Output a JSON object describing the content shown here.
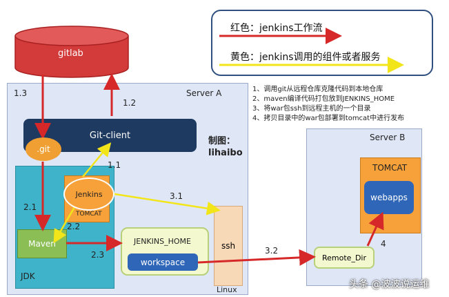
{
  "legend": {
    "red_text": "红色：jenkins工作流",
    "yellow_text": "黄色：jenkins调用的组件或者服务",
    "red_color": "#d62828",
    "yellow_color": "#f2e51a"
  },
  "steps": [
    "1、调用git从远程仓库克隆代码到本地仓库",
    "2、maven编译代码打包放到JENKINS_HOME",
    "3、将war包ssh到远程主机的一个目录",
    "4、拷贝目录中的war包部署到tomcat中进行发布"
  ],
  "mark": {
    "line1": "制图：",
    "line2": "lihaibo"
  },
  "nodes": {
    "gitlab": "gitlab",
    "git_client": "Git-client",
    "dot_git": ".git",
    "jenkins": "Jenkins",
    "tomcat_a": "TOMCAT",
    "maven": "Maven",
    "jdk": "JDK",
    "jenkins_home": "JENKINS_HOME",
    "workspace": "workspace",
    "ssh": "ssh",
    "linux": "Linux",
    "server_a": "Server  A",
    "server_b": "Server  B",
    "tomcat_b": "TOMCAT",
    "webapps": "webapps",
    "remote_dir": "Remote_Dir"
  },
  "edge_labels": {
    "e13": "1.3",
    "e12": "1.2",
    "e11": "1.1",
    "e21": "2.1",
    "e22": "2.2",
    "e23": "2.3",
    "e31": "3.1",
    "e32": "3.2",
    "e4": "4"
  },
  "watermark": "头条 @波波说运维"
}
